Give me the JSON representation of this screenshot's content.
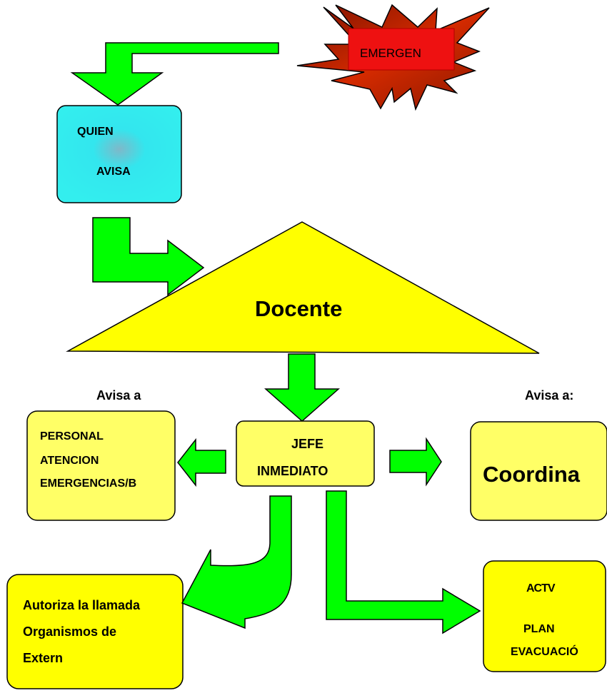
{
  "colors": {
    "arrow": "#00ff00",
    "quien_box": "#33eeee",
    "docente": "#ffff00",
    "node_fill": "#ffff66",
    "bright_node": "#ffff00",
    "burst": "#cc1a00",
    "emergency_box": "#ee1111"
  },
  "emergency": {
    "label": "EMERGEN"
  },
  "quien": {
    "line1": "QUIEN",
    "line2": "AVISA"
  },
  "docente": {
    "label": "Docente"
  },
  "avisa_left": "Avisa a",
  "avisa_right": "Avisa a:",
  "personal": {
    "line1": "PERSONAL",
    "line2": "ATENCION",
    "line3": "EMERGENCIAS/B"
  },
  "jefe": {
    "line1": "JEFE",
    "line2": "INMEDIATO"
  },
  "coordina": {
    "label": "Coordina"
  },
  "autoriza": {
    "line1": "Autoriza la llamada",
    "line2": "Organismos de",
    "line3": "Extern"
  },
  "activa": {
    "line1": "ACTV",
    "line2": "PLAN",
    "line3": "EVACUACIÓ"
  }
}
